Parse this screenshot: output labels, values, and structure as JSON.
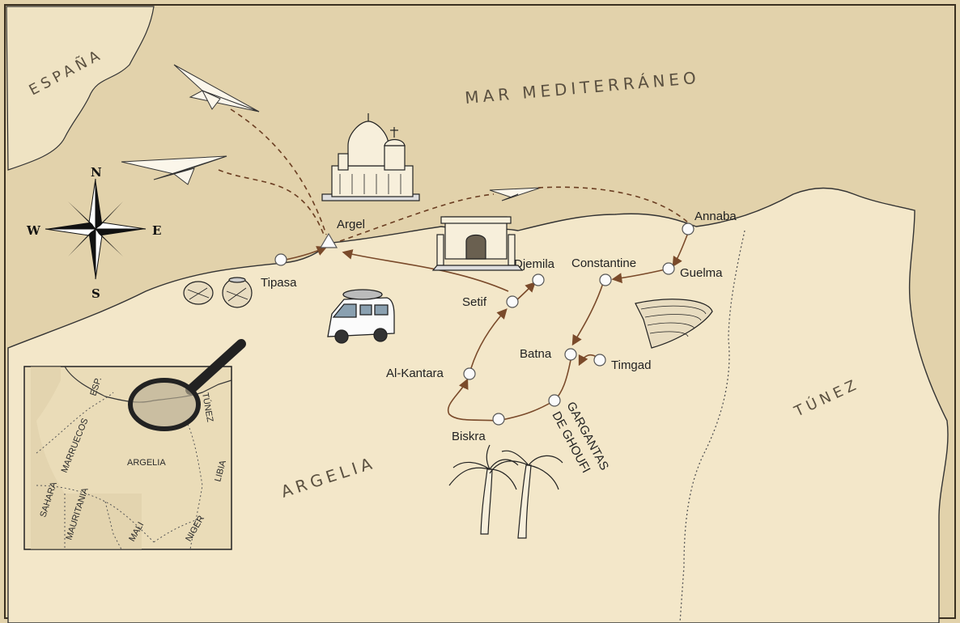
{
  "regions": {
    "spain": "ESPAÑA",
    "sea": "MAR MEDITERRÁNEO",
    "algeria": "ARGELIA",
    "tunisia": "TÚNEZ"
  },
  "cities": {
    "argel": "Argel",
    "tipasa": "Tipasa",
    "djemila": "Djemila",
    "constantine": "Constantine",
    "annaba": "Annaba",
    "guelma": "Guelma",
    "setif": "Setif",
    "batna": "Batna",
    "timgad": "Timgad",
    "alkantara": "Al-Kantara",
    "biskra": "Biskra",
    "gorges_line1": "GARGANTAS",
    "gorges_line2": "DE GHOUFI"
  },
  "compass": {
    "n": "N",
    "s": "S",
    "e": "E",
    "w": "W"
  },
  "inset": {
    "spain": "ESP.",
    "tunisia": "TÚNEZ",
    "morocco": "MARRUECOS",
    "algeria": "ARGELIA",
    "libya": "LIBIA",
    "sahara": "SAHARA",
    "mauritania": "MAURITANIA",
    "mali": "MALI",
    "niger": "NIGER"
  },
  "colors": {
    "parchment": "#eadcb8",
    "land": "#f3e7c9",
    "sea": "#e2d2ab",
    "route": "#7a4a2a",
    "ink": "#222222"
  },
  "icons": [
    "paper-plane-icon",
    "compass-rose-icon",
    "cathedral-icon",
    "arch-icon",
    "van-icon",
    "pottery-icon",
    "theater-icon",
    "palm-tree-icon",
    "magnifier-icon",
    "airport-triangle-icon"
  ]
}
